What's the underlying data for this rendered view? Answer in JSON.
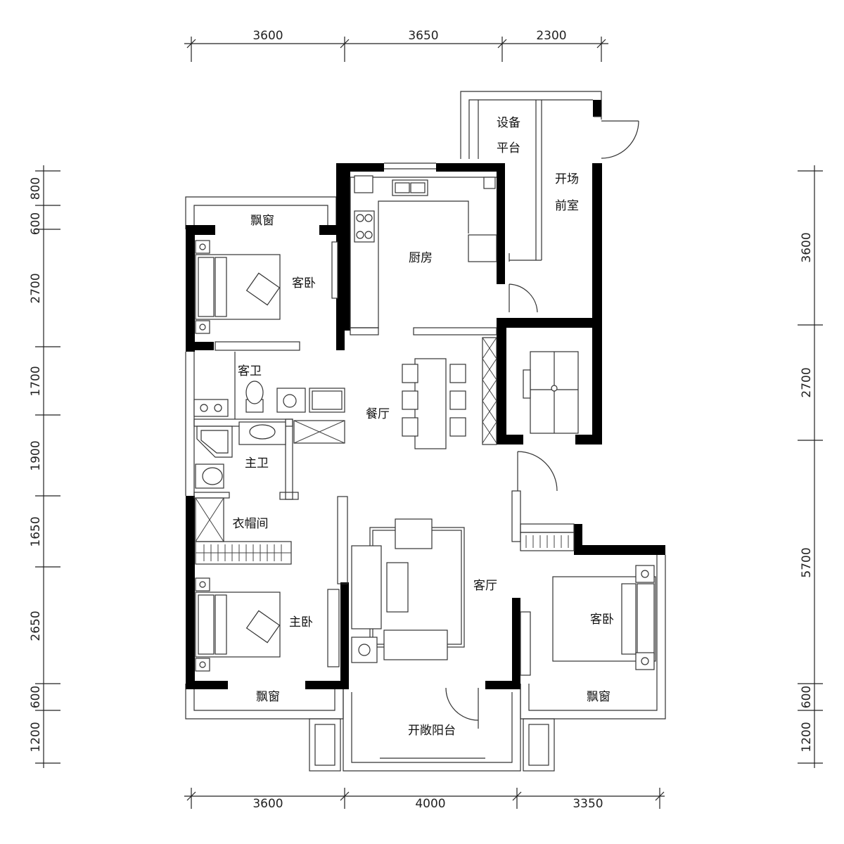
{
  "dimensions": {
    "top": [
      "3600",
      "3650",
      "2300"
    ],
    "bottom": [
      "3600",
      "4000",
      "3350"
    ],
    "left": [
      "600",
      "800",
      "2700",
      "1700",
      "1900",
      "1650",
      "2650",
      "600",
      "1200"
    ],
    "right": [
      "3600",
      "2700",
      "5700",
      "600",
      "1200"
    ]
  },
  "rooms": {
    "equipment_platform": [
      "设备",
      "平台"
    ],
    "open_vestibule": [
      "开场",
      "前室"
    ],
    "bay_window_top": "飘窗",
    "guest_bedroom_1": "客卧",
    "kitchen": "厨房",
    "guest_bath": "客卫",
    "dining": "餐厅",
    "master_bath": "主卫",
    "cloakroom": "衣帽间",
    "living": "客厅",
    "guest_bedroom_2": "客卧",
    "master_bedroom": "主卧",
    "bay_window_left": "飘窗",
    "bay_window_right": "飘窗",
    "open_balcony": "开敞阳台"
  }
}
